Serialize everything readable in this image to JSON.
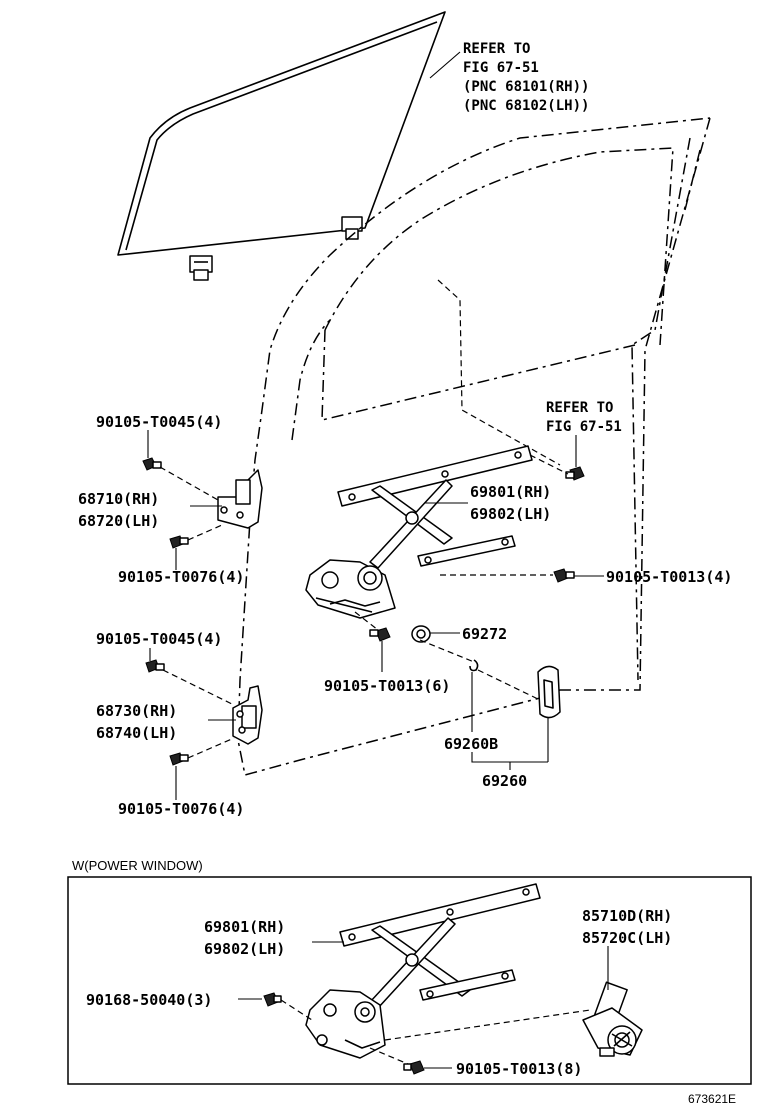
{
  "refer_glass": {
    "line1": "REFER TO",
    "line2": "FIG 67-51",
    "line3": "(PNC 68101(RH))",
    "line4": "(PNC 68102(LH))"
  },
  "refer_right": {
    "line1": "REFER TO",
    "line2": "FIG 67-51"
  },
  "labels": {
    "bolt_upper_hinge_top": "90105-T0045(4)",
    "hinge_upper_rh": "68710(RH)",
    "hinge_upper_lh": "68720(LH)",
    "bolt_upper_hinge_bottom": "90105-T0076(4)",
    "regulator_rh": "69801(RH)",
    "regulator_lh": "69802(LH)",
    "bolt_regulator_right": "90105-T0013(4)",
    "grommet": "69272",
    "bolt_regulator_bottom": "90105-T0013(6)",
    "bolt_lower_hinge_top": "90105-T0045(4)",
    "hinge_lower_rh": "68730(RH)",
    "hinge_lower_lh": "68740(LH)",
    "handle_sub": "69260B",
    "handle": "69260",
    "bolt_lower_hinge_bottom": "90105-T0076(4)"
  },
  "power_window": {
    "section_title": "W(POWER WINDOW)",
    "regulator_rh": "69801(RH)",
    "regulator_lh": "69802(LH)",
    "motor_rh": "85710D(RH)",
    "motor_lh": "85720C(LH)",
    "screw": "90168-50040(3)",
    "bolt": "90105-T0013(8)"
  },
  "figure_id": "673621E"
}
